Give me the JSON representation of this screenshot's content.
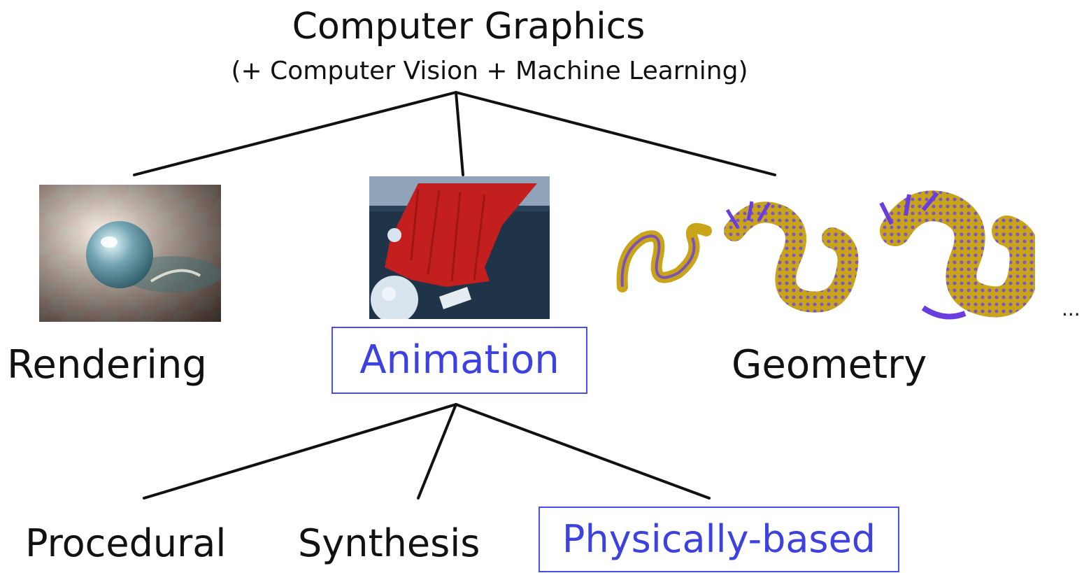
{
  "root": {
    "title": "Computer Graphics",
    "subtitle": "(+ Computer Vision + Machine Learning)"
  },
  "level1": {
    "rendering": "Rendering",
    "animation": "Animation",
    "geometry": "Geometry",
    "more": "..."
  },
  "level2": {
    "procedural": "Procedural",
    "synthesis": "Synthesis",
    "physically_based": "Physically-based"
  },
  "colors": {
    "highlight": "#3d41e0",
    "line": "#111111",
    "cloth": "#c41f1f",
    "dragon_gold": "#c9a419",
    "dragon_purple": "#6a3de0"
  },
  "images": {
    "rendering": "glass-sphere-on-checkerboard",
    "animation": "red-cloth-over-sphere",
    "geometry": "dragon-models-detail-levels"
  }
}
